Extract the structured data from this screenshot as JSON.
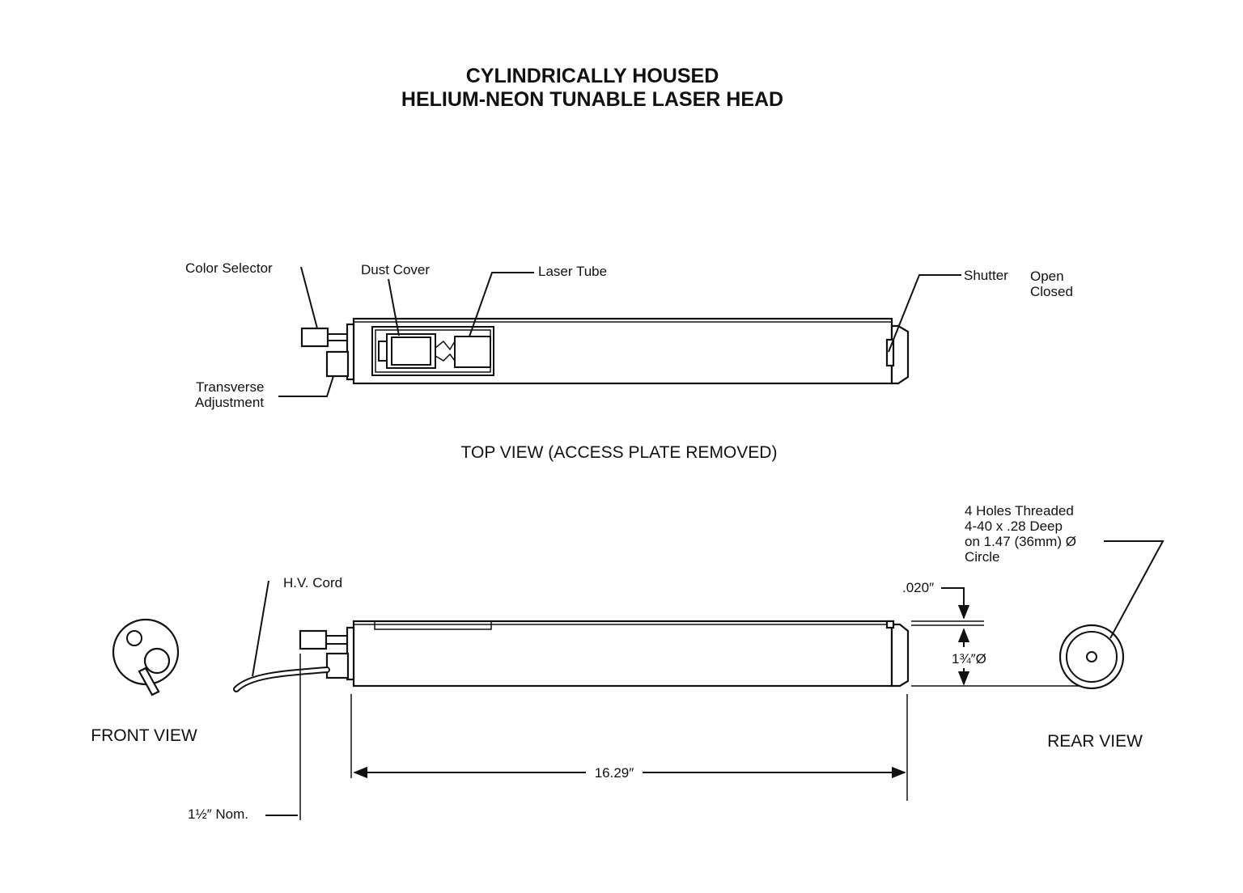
{
  "title": {
    "line1": "CYLINDRICALLY HOUSED",
    "line2": "HELIUM-NEON TUNABLE LASER HEAD"
  },
  "top_view": {
    "caption": "TOP VIEW (ACCESS PLATE REMOVED)",
    "labels": {
      "color_selector": "Color Selector",
      "dust_cover": "Dust Cover",
      "laser_tube": "Laser Tube",
      "shutter": "Shutter",
      "shutter_open": "Open",
      "shutter_closed": "Closed",
      "transverse_line1": "Transverse",
      "transverse_line2": "Adjustment"
    }
  },
  "side_view": {
    "labels": {
      "hv_cord": "H.V. Cord",
      "length": "16.29″",
      "nominal": "1½″ Nom.",
      "clearance": ".020″",
      "diameter": "1¾″Ø",
      "holes_line1": "4 Holes Threaded",
      "holes_line2": "4-40 x .28 Deep",
      "holes_line3": "on 1.47 (36mm) Ø",
      "holes_line4": "Circle"
    }
  },
  "front_view": {
    "caption": "FRONT VIEW"
  },
  "rear_view": {
    "caption": "REAR VIEW"
  },
  "colors": {
    "ink": "#111111",
    "paper": "#ffffff"
  }
}
